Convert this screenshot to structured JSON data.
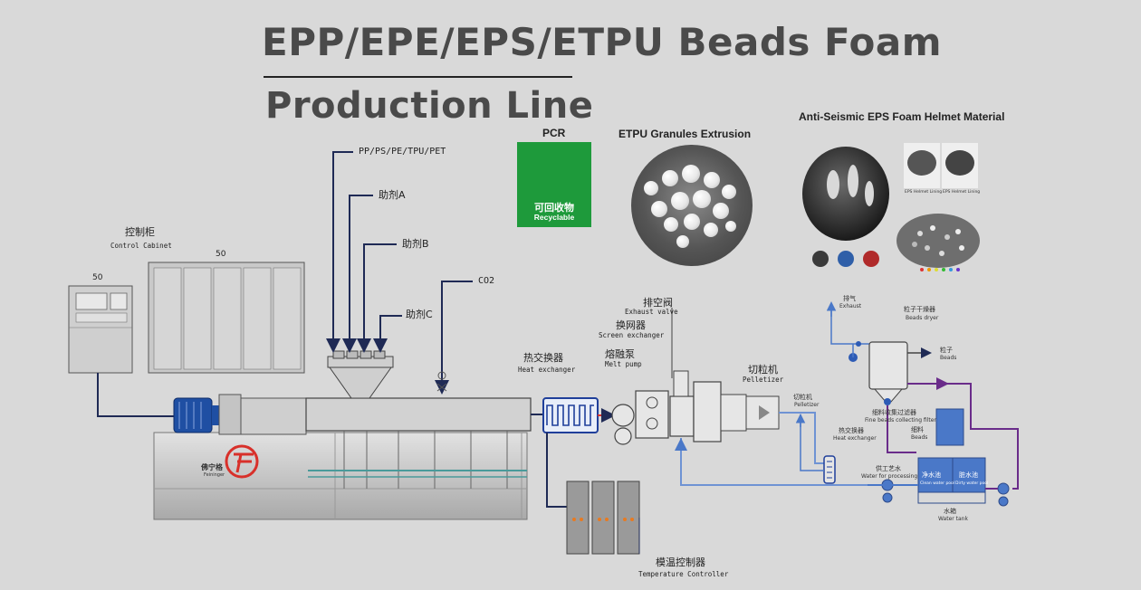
{
  "title": {
    "line1": "EPP/EPE/EPS/ETPU  Beads Foam",
    "line2": "Production Line"
  },
  "pcr": {
    "label": "PCR",
    "zh": "可回收物",
    "en": "Recyclable"
  },
  "sections": {
    "etpu_heading": "ETPU Granules Extrusion",
    "helmet_heading": "Anti-Seismic EPS Foam Helmet Material",
    "helmet_tag1": "EPS Helmet Lining",
    "helmet_tag2": "EPS Helmet Lining"
  },
  "feed": {
    "materials": "PP/PS/PE/TPU/PET",
    "additive_a": "助剂A",
    "additive_b": "助剂B",
    "additive_c": "助剂C",
    "co2": "CO2"
  },
  "cabinet": {
    "zh": "控制柜",
    "en": "Control Cabinet",
    "num_small": "50",
    "num_large": "50"
  },
  "brand": {
    "zh": "佛宁格",
    "en": "Feininger"
  },
  "line": {
    "heat_exchanger_zh": "热交换器",
    "heat_exchanger_en": "Heat exchanger",
    "exhaust_valve_zh": "排空阀",
    "exhaust_valve_en": "Exhaust valve",
    "screen_exchanger_zh": "换网器",
    "screen_exchanger_en": "Screen exchanger",
    "melt_pump_zh": "熔融泵",
    "melt_pump_en": "Melt pump",
    "pelletizer_zh": "切粒机",
    "pelletizer_en": "Pelletizer",
    "temp_controller_zh": "模温控制器",
    "temp_controller_en": "Temperature Controller"
  },
  "water_system": {
    "exhaust_zh": "排气",
    "exhaust_en": "Exhaust",
    "dryer_zh": "粒子干燥器",
    "dryer_en": "Beads dryer",
    "beads_zh": "粒子",
    "beads_en": "Beads",
    "pelletizer_zh": "切粒机",
    "pelletizer_en": "Pelletizer",
    "fine_filter_zh": "细料收集过滤器",
    "fine_filter_en": "Fine beads collecting filter",
    "fines_zh": "细料",
    "fines_en": "Beads",
    "hx_zh": "热交换器",
    "hx_en": "Heat exchanger",
    "process_water_zh": "供工艺水",
    "process_water_en": "Water for processing",
    "clean_pool_zh": "净水池",
    "clean_pool_en": "Clean water pool",
    "dirty_pool_zh": "脏水池",
    "dirty_pool_en": "Dirty water pool",
    "tank_zh": "水箱",
    "tank_en": "Water tank"
  },
  "colors": {
    "background": "#d9d9d9",
    "title": "#4a4a4a",
    "pcr_green": "#1e9a3b",
    "line_navy": "#1f2a55",
    "water_blue": "#4a78c8",
    "water_purple": "#6a2c8a",
    "water_light": "#8fb0e0",
    "brand_red": "#d8302a",
    "machine_gray": "#c6c6c6"
  },
  "icons": {
    "recycle": "recycle-icon",
    "motor": "motor-icon",
    "pump": "pump-icon"
  }
}
